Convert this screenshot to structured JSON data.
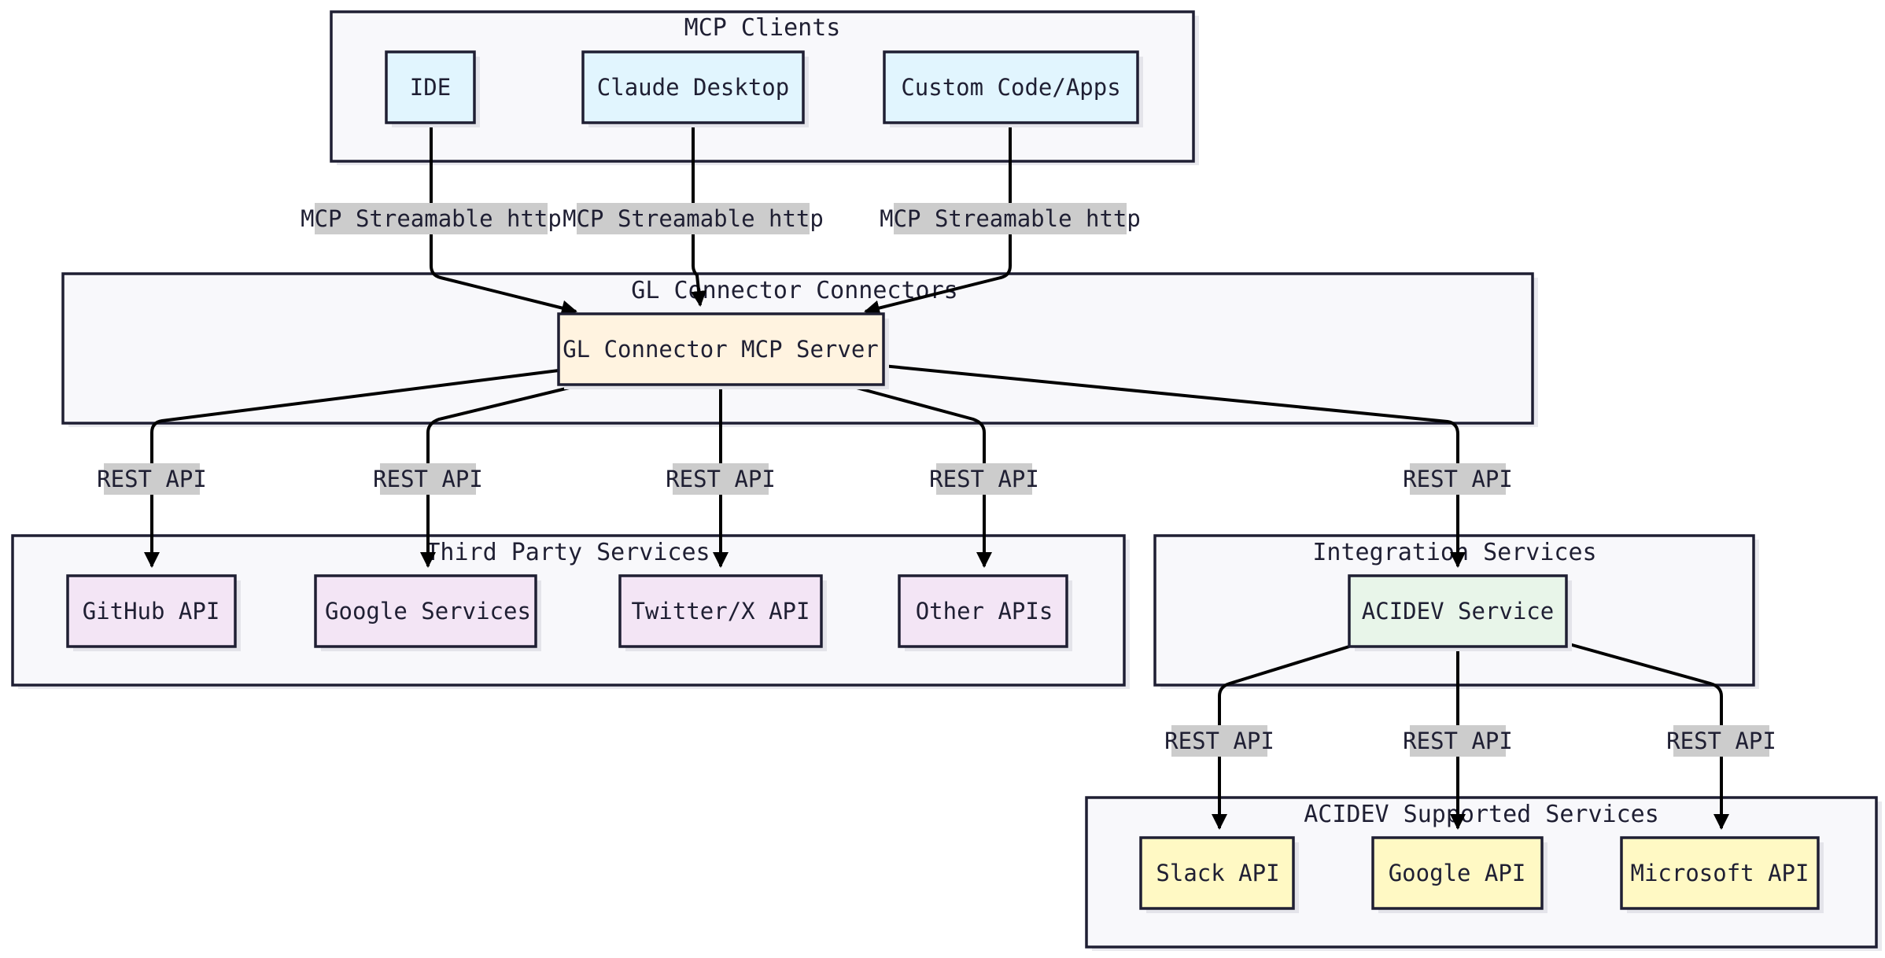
{
  "colors": {
    "cluster_fill": "#f8f8fb",
    "border": "#1f1f33",
    "shadow": "#e4e4ea",
    "edge": "#000000",
    "edge_label_bg": "#cccccc",
    "client_node": "#e1f5fe",
    "server_node": "#fff3e0",
    "third_party_node": "#f3e5f5",
    "integration_node": "#e8f5e9",
    "acidev_supported_node": "#fff9c4"
  },
  "clusters": {
    "mcp_clients": "MCP Clients",
    "gl_connector": "GL Connector Connectors",
    "third_party": "Third Party Services",
    "integration": "Integration Services",
    "acidev_supported": "ACIDEV Supported Services"
  },
  "nodes": {
    "ide": "IDE",
    "claude_desktop": "Claude Desktop",
    "custom_code": "Custom Code/Apps",
    "mcp_server": "GL Connector MCP Server",
    "github_api": "GitHub API",
    "google_services": "Google Services",
    "twitter_api": "Twitter/X API",
    "other_apis": "Other APIs",
    "acidev_service": "ACIDEV Service",
    "slack_api": "Slack API",
    "google_api": "Google API",
    "microsoft_api": "Microsoft API"
  },
  "edges": {
    "ide_to_server": "MCP Streamable http",
    "claude_to_server": "MCP Streamable http",
    "custom_to_server": "MCP Streamable http",
    "server_to_github": "REST API",
    "server_to_google": "REST API",
    "server_to_twitter": "REST API",
    "server_to_other": "REST API",
    "server_to_acidev": "REST API",
    "acidev_to_slack": "REST API",
    "acidev_to_google": "REST API",
    "acidev_to_microsoft": "REST API"
  }
}
